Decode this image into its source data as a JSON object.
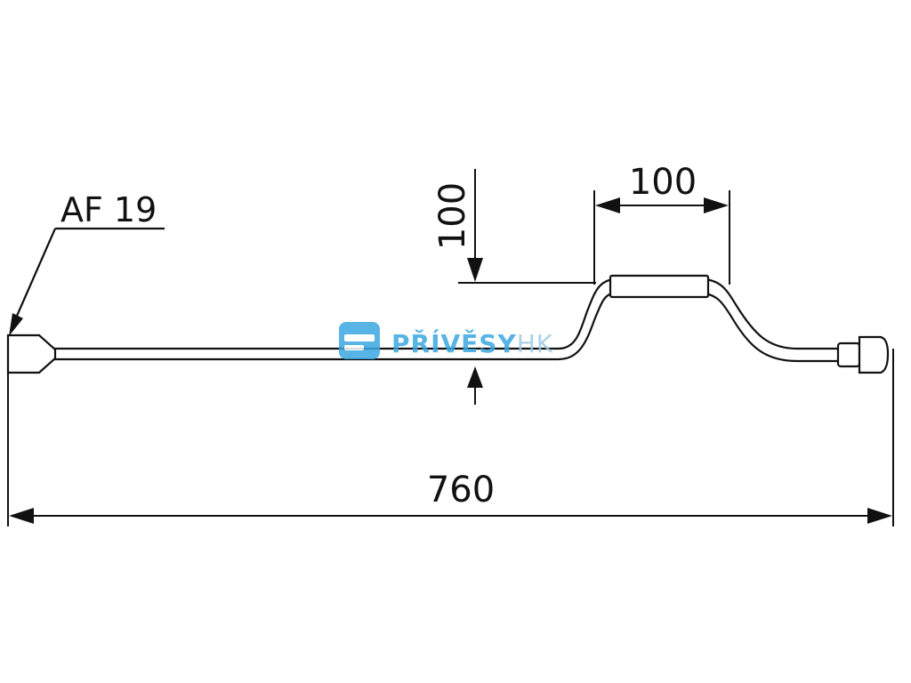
{
  "drawing": {
    "callout_label": "AF 19",
    "dimensions": {
      "overall_length": "760",
      "offset_width": "100",
      "offset_height": "100"
    }
  },
  "watermark": {
    "brand_main": "PŘÍVĚSY",
    "brand_suffix": "HK",
    "colors": {
      "main": "#3aa7e0",
      "suffix": "#9fcbe6"
    },
    "icon": "trailer-logo-icon"
  }
}
